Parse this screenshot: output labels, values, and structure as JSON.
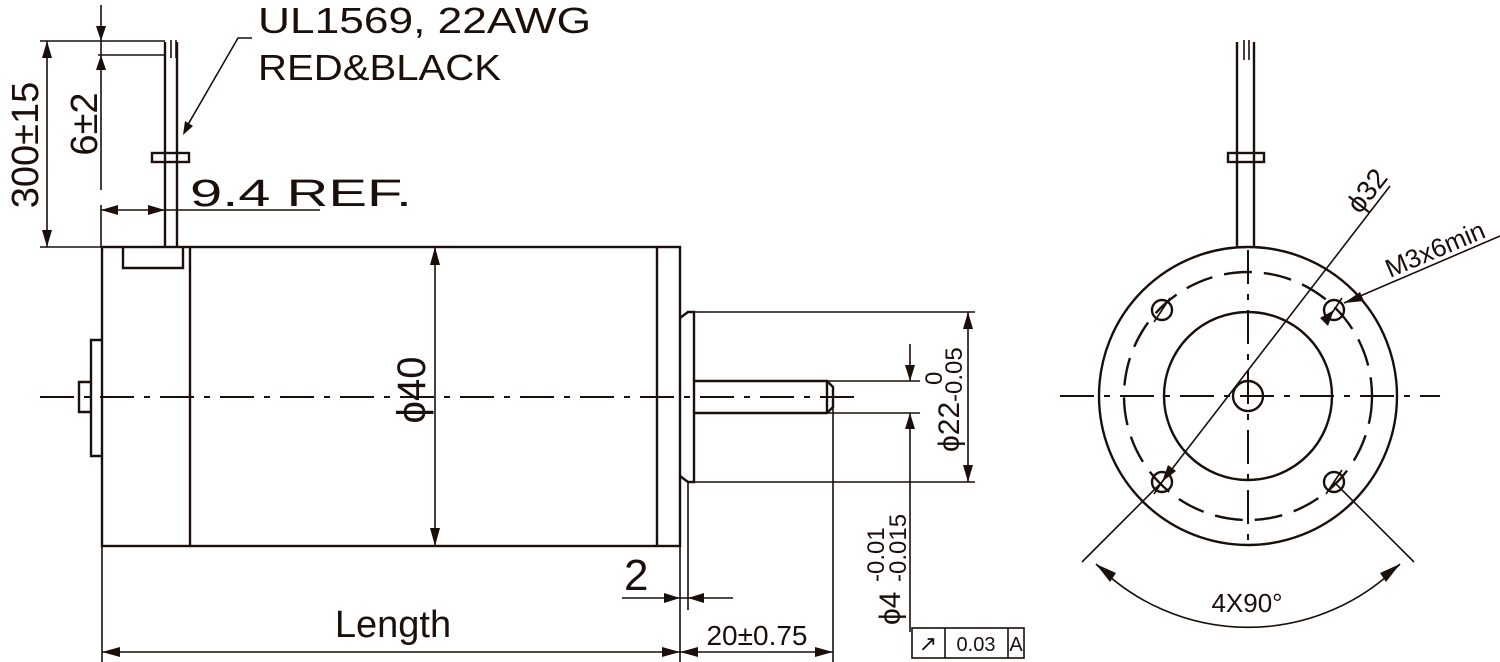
{
  "wire_spec": {
    "line1": "UL1569, 22AWG",
    "line2": "RED&BLACK"
  },
  "dims": {
    "lead_length": "300±15",
    "strip_length": "6±2",
    "lead_offset": "9.4 REF.",
    "body_diameter": "ϕ40",
    "pilot_diameter": "ϕ22",
    "pilot_tol_upper": "0",
    "pilot_tol_lower": "-0.05",
    "flange_thickness": "2",
    "body_length": "Length",
    "shaft_length": "20±0.75",
    "shaft_diameter": "ϕ4",
    "shaft_tol_upper": "-0.01",
    "shaft_tol_lower": "-0.015",
    "bolt_circle": "ϕ32",
    "thread": "M3x6min",
    "hole_pattern": "4X90°"
  },
  "tolerance_frame": {
    "symbol": "↗",
    "value": "0.03",
    "datum": "A"
  }
}
